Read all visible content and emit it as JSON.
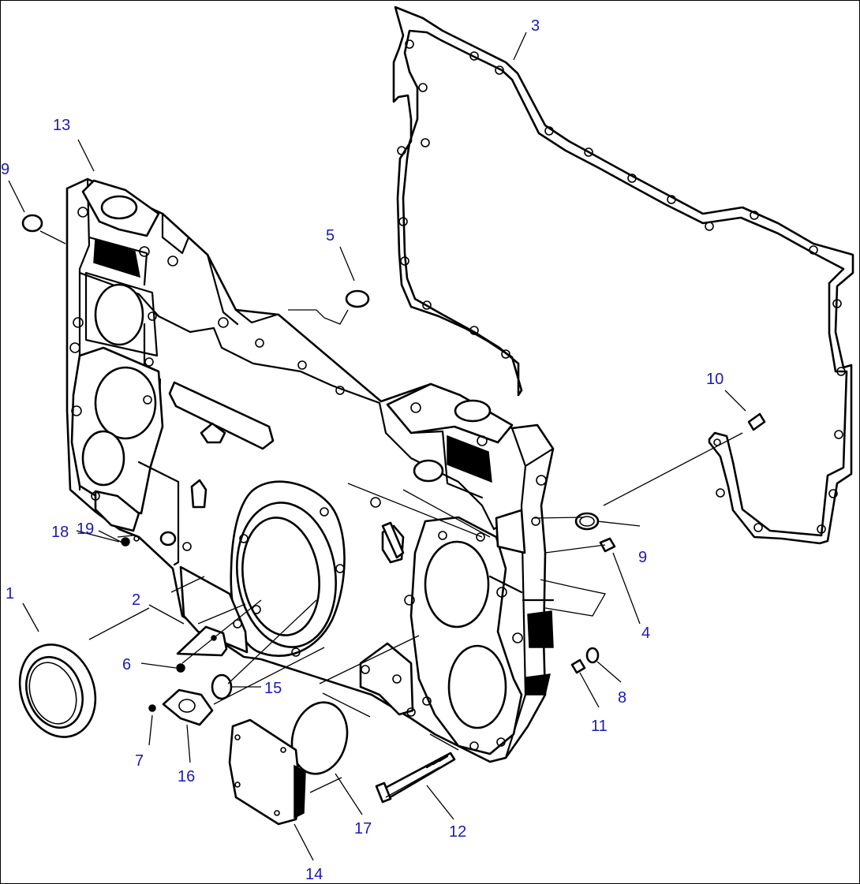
{
  "diagram": {
    "accent_color": "#1a1ab8",
    "callouts": [
      {
        "id": "c1",
        "label": "1"
      },
      {
        "id": "c2",
        "label": "2"
      },
      {
        "id": "c3",
        "label": "3"
      },
      {
        "id": "c4",
        "label": "4"
      },
      {
        "id": "c5",
        "label": "5"
      },
      {
        "id": "c6",
        "label": "6"
      },
      {
        "id": "c7",
        "label": "7"
      },
      {
        "id": "c8",
        "label": "8"
      },
      {
        "id": "c9a",
        "label": "9"
      },
      {
        "id": "c9b",
        "label": "9"
      },
      {
        "id": "c10",
        "label": "10"
      },
      {
        "id": "c11",
        "label": "11"
      },
      {
        "id": "c12",
        "label": "12"
      },
      {
        "id": "c13",
        "label": "13"
      },
      {
        "id": "c14",
        "label": "14"
      },
      {
        "id": "c15",
        "label": "15"
      },
      {
        "id": "c16",
        "label": "16"
      },
      {
        "id": "c17",
        "label": "17"
      },
      {
        "id": "c18",
        "label": "18"
      },
      {
        "id": "c19",
        "label": "19"
      }
    ]
  }
}
